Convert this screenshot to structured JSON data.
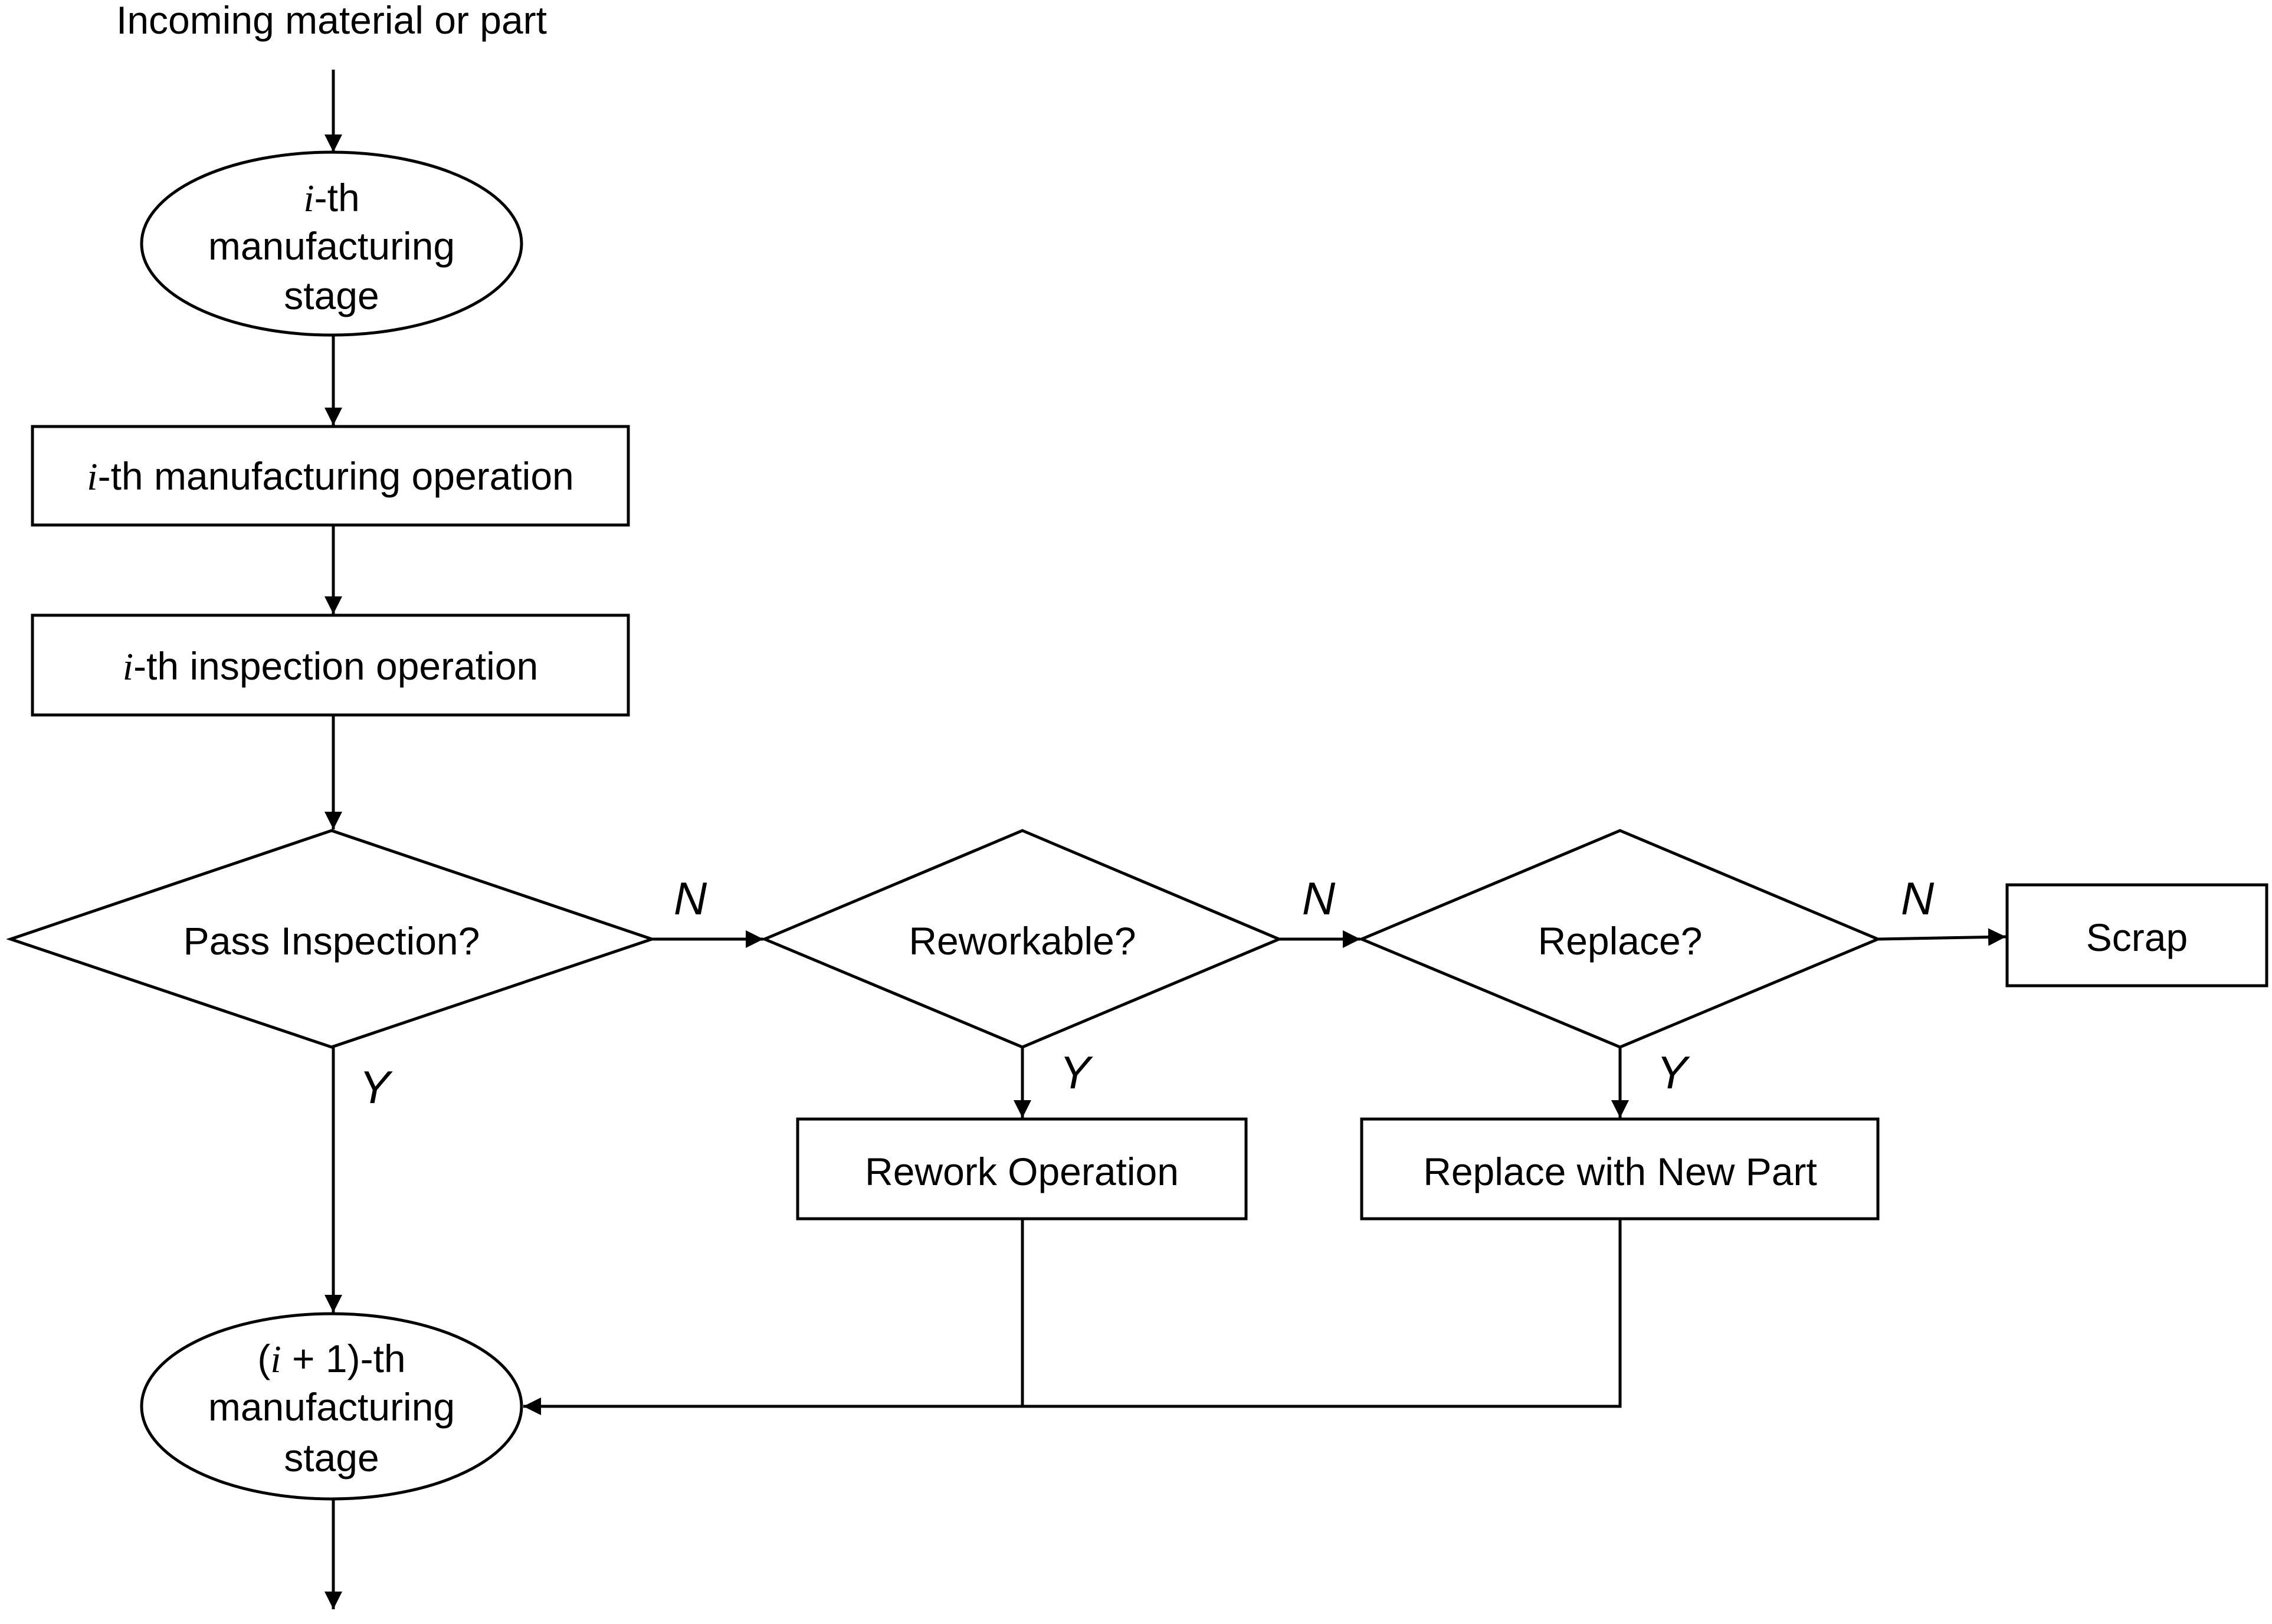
{
  "input_label": "Incoming material or part",
  "stage_i": {
    "var": "i",
    "line1_suffix": "-th",
    "line2": "manufacturing",
    "line3": "stage"
  },
  "manufacturing_operation": {
    "var": "i",
    "text": "-th manufacturing operation"
  },
  "inspection_operation": {
    "var": "i",
    "text": "-th inspection operation"
  },
  "decisions": {
    "pass_inspection": "Pass Inspection?",
    "reworkable": "Reworkable?",
    "replace": "Replace?"
  },
  "branch_labels": {
    "yes": "Y",
    "no": "N"
  },
  "actions": {
    "scrap": "Scrap",
    "rework": "Rework Operation",
    "replace_part": "Replace with New Part"
  },
  "stage_next": {
    "open_paren": "(",
    "var": "i",
    "plus": " + ",
    "one": "1",
    "close_paren": ")",
    "line1_suffix": "-th",
    "line2": "manufacturing",
    "line3": "stage"
  }
}
